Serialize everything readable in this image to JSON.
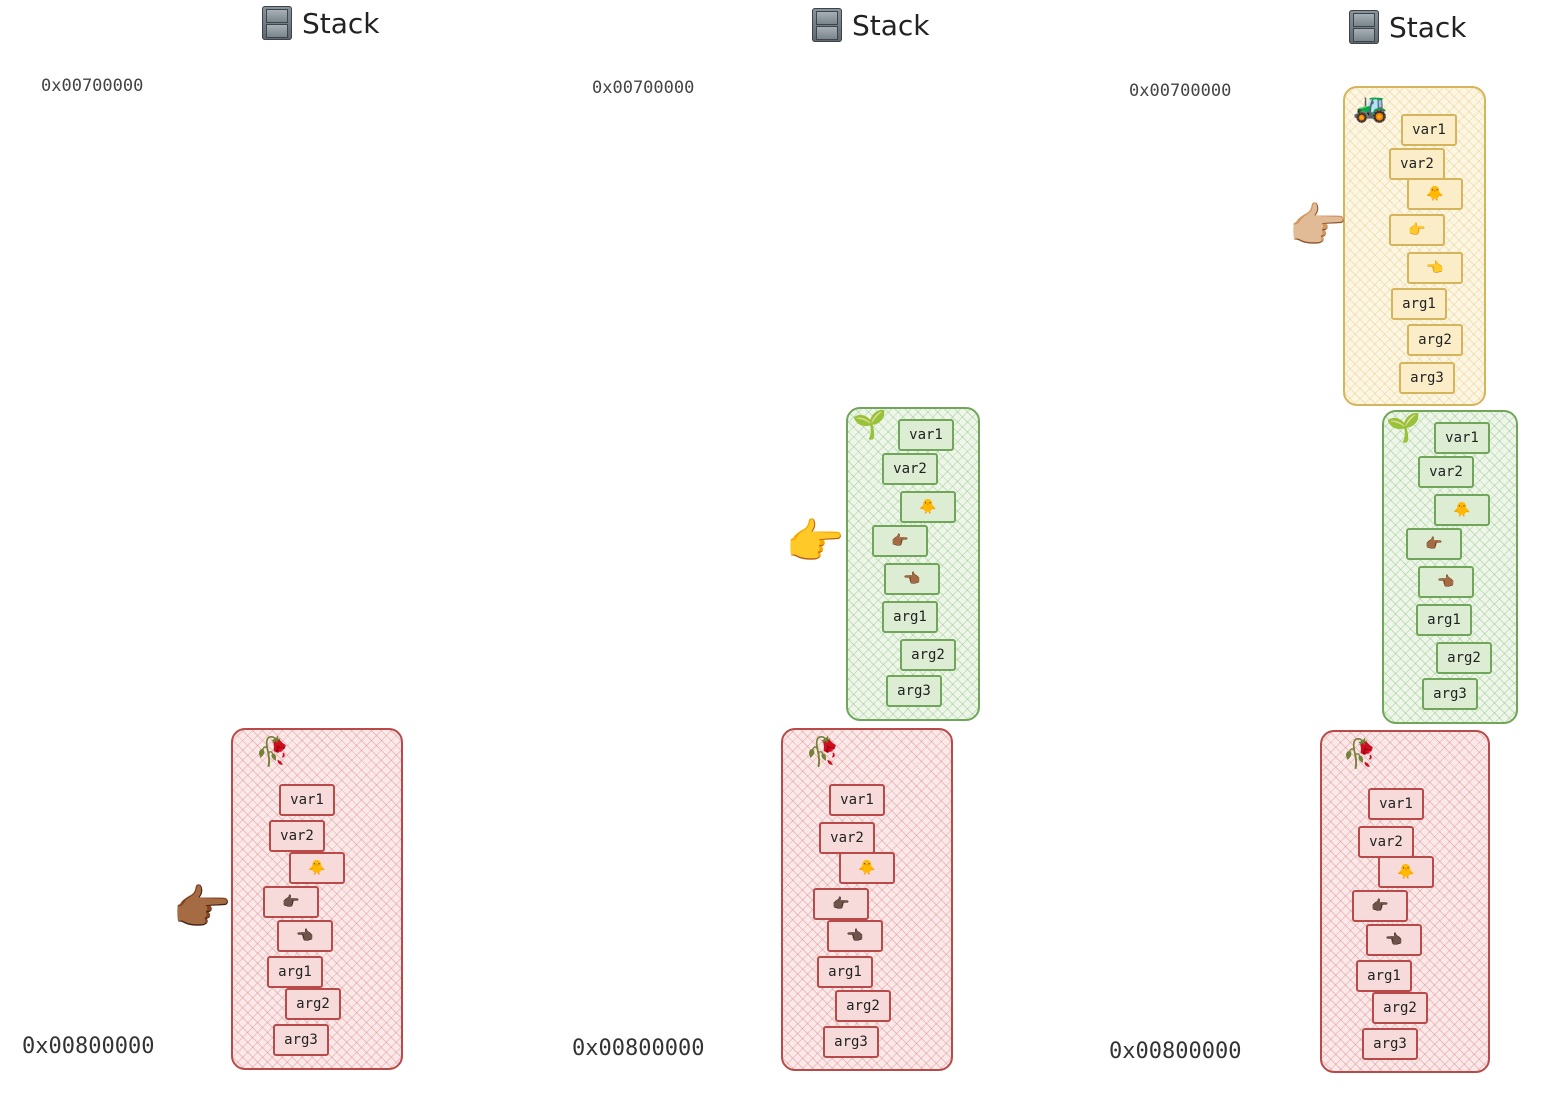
{
  "panels": [
    {
      "title": "Stack",
      "addr_top": "0x00700000",
      "addr_bottom": "0x00800000",
      "frames": [
        {
          "color": "#b84a4a",
          "icon": "🥀",
          "slots": [
            "var1",
            "var2",
            "🐥",
            "👉🏿",
            "👈🏿",
            "arg1",
            "arg2",
            "arg3"
          ]
        }
      ],
      "pointer": "👉🏾"
    },
    {
      "title": "Stack",
      "addr_top": "0x00700000",
      "addr_bottom": "0x00800000",
      "frames": [
        {
          "color": "#6fa65a",
          "icon": "🌱",
          "slots": [
            "var1",
            "var2",
            "🐥",
            "👉🏾",
            "👈🏾",
            "arg1",
            "arg2",
            "arg3"
          ]
        },
        {
          "color": "#b84a4a",
          "icon": "🥀",
          "slots": [
            "var1",
            "var2",
            "🐥",
            "👉🏿",
            "👈🏿",
            "arg1",
            "arg2",
            "arg3"
          ]
        }
      ],
      "pointer": "👉"
    },
    {
      "title": "Stack",
      "addr_top": "0x00700000",
      "addr_bottom": "0x00800000",
      "frames": [
        {
          "color": "#d6b45c",
          "icon": "🚜",
          "slots": [
            "var1",
            "var2",
            "🐥",
            "👉",
            "👈",
            "arg1",
            "arg2",
            "arg3"
          ]
        },
        {
          "color": "#6fa65a",
          "icon": "🌱",
          "slots": [
            "var1",
            "var2",
            "🐥",
            "👉🏾",
            "👈🏾",
            "arg1",
            "arg2",
            "arg3"
          ]
        },
        {
          "color": "#b84a4a",
          "icon": "🥀",
          "slots": [
            "var1",
            "var2",
            "🐥",
            "👉🏿",
            "👈🏿",
            "arg1",
            "arg2",
            "arg3"
          ]
        }
      ],
      "pointer": "👉🏼"
    }
  ]
}
